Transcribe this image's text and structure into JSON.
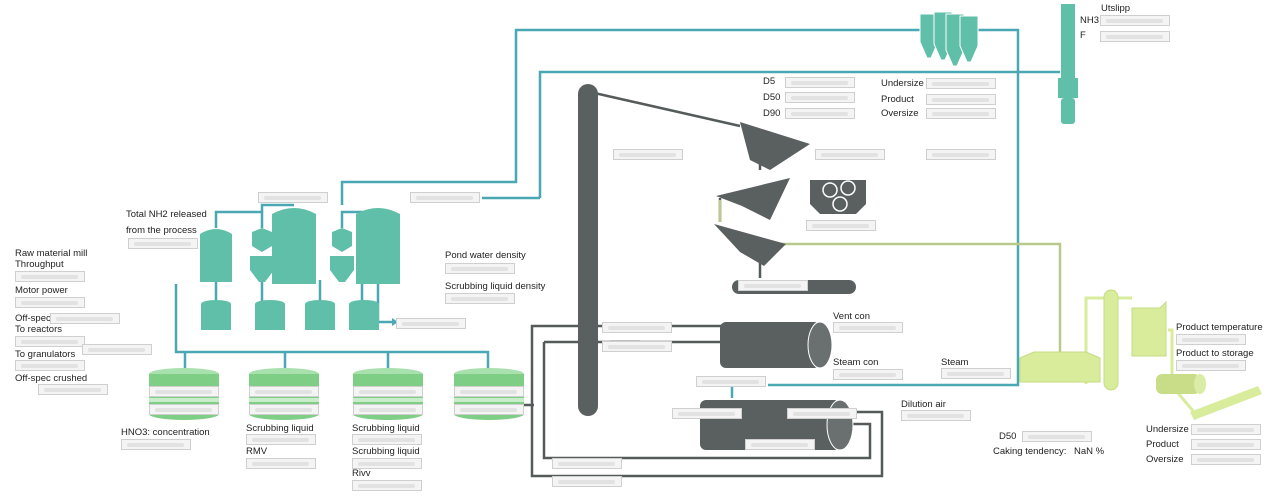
{
  "labels": {
    "utslipp": "Utslipp",
    "nh3": "NH3",
    "f": "F",
    "d5": "D5",
    "d50": "D50",
    "d90": "D90",
    "undersize_top": "Undersize",
    "product_top": "Product",
    "oversize_top": "Oversize",
    "total_nh2_line1": "Total NH2 released",
    "total_nh2_line2": "from the process",
    "raw_material_mill": "Raw material mill",
    "throughput": "Throughput",
    "motor_power": "Motor power",
    "off_spec_cc": "Off-spec Cc",
    "to_reactors": "To reactors",
    "to_granulators": "To granulators",
    "off_spec_crushed": "Off-spec crushed",
    "pond_water_density": "Pond water density",
    "scrubbing_liquid_density": "Scrubbing liquid density",
    "vent_con": "Vent con",
    "steam_con": "Steam con",
    "steam": "Steam",
    "product_temperature": "Product temperature",
    "product_to_storage": "Product to storage",
    "dilution_air": "Dilution air",
    "d50_bottom": "D50",
    "caking_tendency": "Caking tendency:",
    "nan_pct": "NaN %",
    "undersize_bottom": "Undersize",
    "product_bottom": "Product",
    "oversize_bottom": "Oversize",
    "hno3_concentration": "HNO3: concentration",
    "scrubbing_liquid_1": "Scrubbing liquid",
    "rmv": "RMV",
    "scrubbing_liquid_2": "Scrubbing liquid",
    "scrubbing_liquid_3": "Scrubbing liquid",
    "rivv": "Rivv"
  },
  "colors": {
    "teal_pipe": "#4aa8b4",
    "teal_vessel": "#5fbfa8",
    "dark_equipment": "#5a5f5f",
    "dark_line": "#555a5a",
    "green_tank": "#7fce86",
    "yellow_green": "#d8ec9c",
    "olive_line": "#b9c98a"
  }
}
